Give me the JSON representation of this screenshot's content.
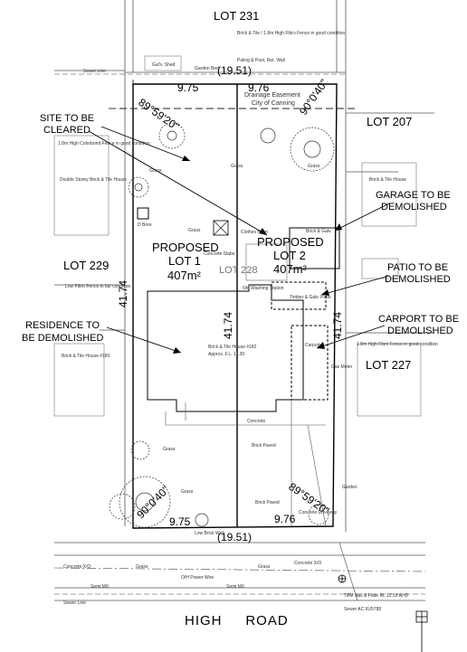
{
  "labels": {
    "lot231": "LOT 231",
    "lot207": "LOT 207",
    "lot229": "LOT 229",
    "lot227": "LOT 227",
    "lot228": "LOT 228",
    "lot1_line1": "PROPOSED",
    "lot1_line2": "LOT 1",
    "lot1_area": "407m²",
    "lot2_line1": "PROPOSED",
    "lot2_line2": "LOT 2",
    "lot2_area": "407m²",
    "site_cleared_1": "SITE TO BE",
    "site_cleared_2": "CLEARED",
    "garage_1": "GARAGE TO BE",
    "garage_2": "DEMOLISHED",
    "patio_1": "PATIO TO BE",
    "patio_2": "DEMOLISHED",
    "carport_1": "CARPORT TO BE",
    "carport_2": "DEMOLISHED",
    "residence_1": "RESIDENCE TO",
    "residence_2": "BE DEMOLISHED",
    "road": "HIGH     ROAD"
  },
  "dimensions": {
    "top_total": "(19.51)",
    "bottom_total": "(19.51)",
    "top_left": "9.75",
    "top_right": "9.76",
    "bottom_left": "9.75",
    "bottom_right": "9.76",
    "left_side": "41.74",
    "middle": "41.74",
    "right_side": "41.74",
    "angle_top_left": "89°59'20\"",
    "angle_top_right": "90°0'40\"",
    "angle_bottom_left": "90°0'40\"",
    "angle_bottom_right": "89°59'20\""
  },
  "small_text": {
    "easement_1": "Drainage Easement",
    "easement_2": "City of Canning",
    "fence_top": "Brick & Tile / 1.8m High Fibro Fence in good condition",
    "fence_top2": "Paling & Post, Ret. Wall",
    "garden_bed": "Garden Bed",
    "gal_shed": "Gal'v. Shed",
    "sewer_line": "Sewer Line",
    "brick_tile_house": "Brick & Tile House",
    "brick_tile_house_180": "Brick & Tile House #180",
    "double_storey": "Double Storey Brick & Tile House",
    "residence_house": "Brick & Tile House #182",
    "approx_fl": "Approx. F.L. 11.30",
    "clothes_hoist": "Clothes Hoist",
    "concrete_slabs": "Concrete Slabs",
    "old_washing": "Old Washing Station",
    "timber_patio": "Timber & Galv. Patio",
    "brick_galv": "Brick & Galv.",
    "carport": "Carport",
    "brick_paved": "Brick Paved",
    "concrete": "Concrete",
    "concrete_driveway": "Concrete Driveway",
    "grass": "Grass",
    "garden": "Garden",
    "gas_meter": "Gas Meter",
    "low_fibro": "Low Fibro Fence in fair condition",
    "high_colorbond": "1.8m High Colorbond Fence in good condition",
    "fibro_fence_right": "1.8m High Fibro Fence in good condition",
    "concrete_xo": "Concrete X/O",
    "power_wire": "O/H Power Wire",
    "semi_ml": "Semi M/L",
    "sewer_ac": "Sewer AC 6U5788",
    "tbm": "TBM Nail & Plate RL 12.18 AHD",
    "lot_fence_low": "Low Brick Wall",
    "d_bore": "D Bore"
  },
  "colors": {
    "line": "#000000",
    "dashed": "#333333",
    "faint": "#9a9a9a",
    "house": "#000000"
  }
}
